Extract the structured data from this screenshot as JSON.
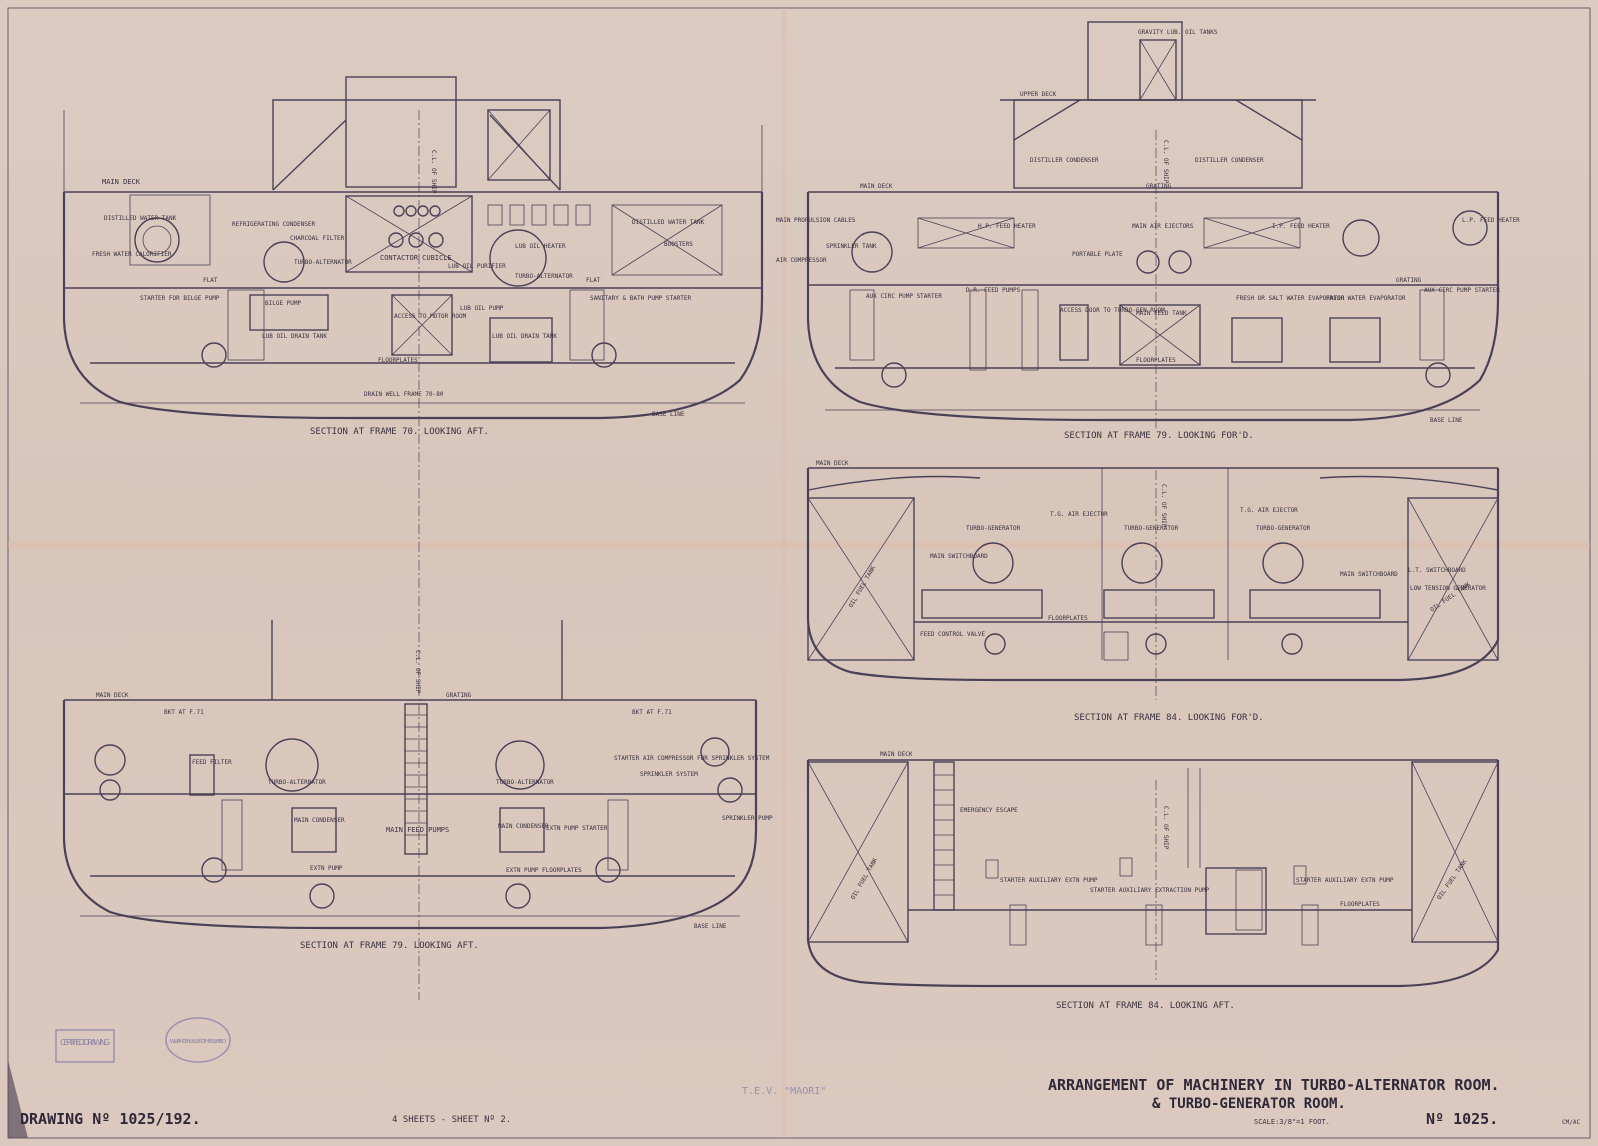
{
  "sheet": {
    "title_line1": "ARRANGEMENT OF MACHINERY IN TURBO-ALTERNATOR ROOM.",
    "title_line2": "& TURBO-GENERATOR ROOM.",
    "scale": "SCALE:3/8\"=1 FOOT.",
    "drawing_no": "DRAWING Nº 1025/192.",
    "sheets": "4 SHEETS - SHEET Nº 2.",
    "number": "Nº 1025.",
    "ship_name": "T.E.V. \"MAORI\"",
    "initials": "CM/AC",
    "stamp_box": "CERTIFIED DRAWING",
    "stamp_oval": "WILLIAM DENNY & BROTHERS LIMITED"
  },
  "sections": {
    "s1": {
      "caption": "SECTION AT FRAME 70.  LOOKING AFT.",
      "labels": {
        "main_deck": "MAIN DECK",
        "cl_ship": "C.L. OF SHIP",
        "distilled_water_tank_l": "DISTILLED WATER TANK",
        "fresh_water_calorifier": "FRESH WATER CALORIFIER",
        "refrigerating_condenser": "REFRIGERATING CONDENSER",
        "charcoal_filter": "CHARCOAL FILTER",
        "turbo_alternator_l": "TURBO-ALTERNATOR",
        "contactor_cubicle": "CONTACTOR CUBICLE",
        "lub_oil_purifier": "LUB OIL PURIFIER",
        "lub_oil_heater": "LUB OIL HEATER",
        "turbo_alternator_r": "TURBO-ALTERNATOR",
        "distilled_water_tank_r": "DISTILLED WATER TANK",
        "boosters": "BOOSTERS",
        "flat_l": "FLAT",
        "flat_r": "FLAT",
        "starter_bilge_pump": "STARTER FOR BILGE PUMP",
        "bilge_pump": "BILGE PUMP",
        "lub_oil_drain_tank": "LUB OIL DRAIN TANK",
        "access_motor_room": "ACCESS TO MOTOR ROOM",
        "lub_oil_pump": "LUB OIL PUMP",
        "lub_oil_drain_tank_r": "LUB OIL DRAIN TANK",
        "sanitary_bath_pump_starter": "SANITARY & BATH PUMP STARTER",
        "floorplates": "FLOORPLATES",
        "drain_well": "DRAIN WELL FRAME 70-80",
        "base_line": "BASE LINE"
      }
    },
    "s2": {
      "caption": "SECTION AT FRAME 79.  LOOKING FOR'D.",
      "labels": {
        "upper_deck": "UPPER DECK",
        "main_deck": "MAIN DECK",
        "gravity_lub_oil_tanks": "GRAVITY LUB. OIL TANKS",
        "distiller_condenser_l": "DISTILLER CONDENSER",
        "distiller_condenser_r": "DISTILLER CONDENSER",
        "cl_ship": "C.L. OF SHIP",
        "grating_top": "GRATING",
        "hp_feed_heater": "H.P. FEED HEATER",
        "main_air_ejectors": "MAIN AIR EJECTORS",
        "ip_feed_heater": "I.P. FEED HEATER",
        "lp_feed_heater": "L.P. FEED HEATER",
        "main_propulsion_cables": "MAIN PROPULSION CABLES",
        "air_compressor": "AIR COMPRESSOR",
        "sprinkler_tank": "SPRINKLER TANK",
        "portable_plate": "PORTABLE PLATE",
        "grating": "GRATING",
        "aux_circ_pump_starter_l": "AUX CIRC PUMP STARTER",
        "dr_feed_pumps": "D.R. FEED PUMPS",
        "access_turbo_gen_room": "ACCESS DOOR TO TURBO-GEN ROOM",
        "main_feed_tank": "MAIN FEED TANK",
        "fresh_salt_evaporator": "FRESH OR SALT WATER EVAPORATOR",
        "fresh_water_evaporator": "FRESH WATER EVAPORATOR",
        "aux_circ_pump_starter_r": "AUX CIRC PUMP STARTER",
        "floorplates": "FLOORPLATES",
        "base_line": "BASE LINE"
      }
    },
    "s3": {
      "caption": "SECTION AT FRAME 79.  LOOKING AFT.",
      "labels": {
        "main_deck": "MAIN DECK",
        "grating": "GRATING",
        "cl_ship": "C.L. OF SHIP",
        "bkt_fr_l": "BKT AT F.71",
        "bkt_fr_r": "BKT AT F.71",
        "feed_filter": "FEED FILTER",
        "turbo_alternator_l": "TURBO-ALTERNATOR",
        "turbo_alternator_r": "TURBO-ALTERNATOR",
        "starter_air_compressor": "STARTER AIR COMPRESSOR FOR SPRINKLER SYSTEM",
        "sprinkler_system": "SPRINKLER SYSTEM",
        "main_condenser_l": "MAIN CONDENSER",
        "main_feed_pumps": "MAIN FEED PUMPS",
        "main_condenser_r": "MAIN CONDENSER",
        "extn_pump_starter": "EXTN PUMP STARTER",
        "sprinkler_pump": "SPRINKLER PUMP",
        "floorplates": "FLOORPLATES",
        "extn_pump_l": "EXTN PUMP",
        "extn_pump_r": "EXTN PUMP",
        "base_line": "BASE LINE"
      }
    },
    "s4": {
      "caption": "SECTION AT FRAME 84.  LOOKING FOR'D.",
      "labels": {
        "main_deck": "MAIN DECK",
        "cl_ship": "C.L. OF SHIP",
        "tg_air_ejector_l": "T.G. AIR EJECTOR",
        "tg_air_ejector_r": "T.G. AIR EJECTOR",
        "turbo_generator_1": "TURBO-GENERATOR",
        "turbo_generator_2": "TURBO-GENERATOR",
        "turbo_generator_3": "TURBO-GENERATOR",
        "main_switchboard_l": "MAIN SWITCHBOARD",
        "main_switchboard_r": "MAIN SWITCHBOARD",
        "lt_switchboard": "L.T. SWITCHBOARD",
        "low_tension_generator": "LOW TENSION GENERATOR",
        "oil_fuel_tank_l": "OIL FUEL TANK",
        "oil_fuel_tank_r": "OIL FUEL TANK",
        "feed_control_valve": "FEED CONTROL VALVE",
        "floorplates": "FLOORPLATES"
      }
    },
    "s5": {
      "caption": "SECTION AT FRAME 84.  LOOKING AFT.",
      "labels": {
        "main_deck": "MAIN DECK",
        "emergency_escape": "EMERGENCY ESCAPE",
        "cl_ship": "C.L. OF SHIP",
        "oil_fuel_tank_l": "OIL FUEL TANK",
        "oil_fuel_tank_r": "OIL FUEL TANK",
        "starter_aux_extn_pump_l": "STARTER AUXILIARY EXTN PUMP",
        "starter_aux_extn_pump_m": "STARTER AUXILIARY EXTRACTION PUMP",
        "starter_aux_extn_pump_r": "STARTER AUXILIARY EXTN PUMP",
        "floorplates": "FLOORPLATES"
      }
    }
  }
}
